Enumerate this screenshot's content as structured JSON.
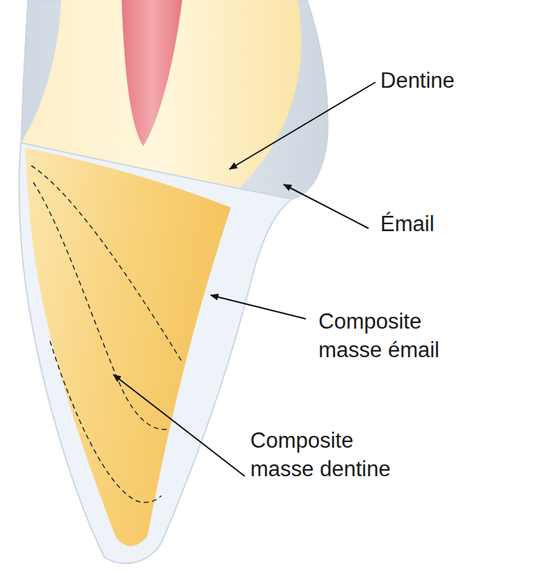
{
  "diagram": {
    "labels": [
      "Dentine",
      "Émail",
      "Composite masse émail",
      "Composite masse dentine"
    ]
  }
}
